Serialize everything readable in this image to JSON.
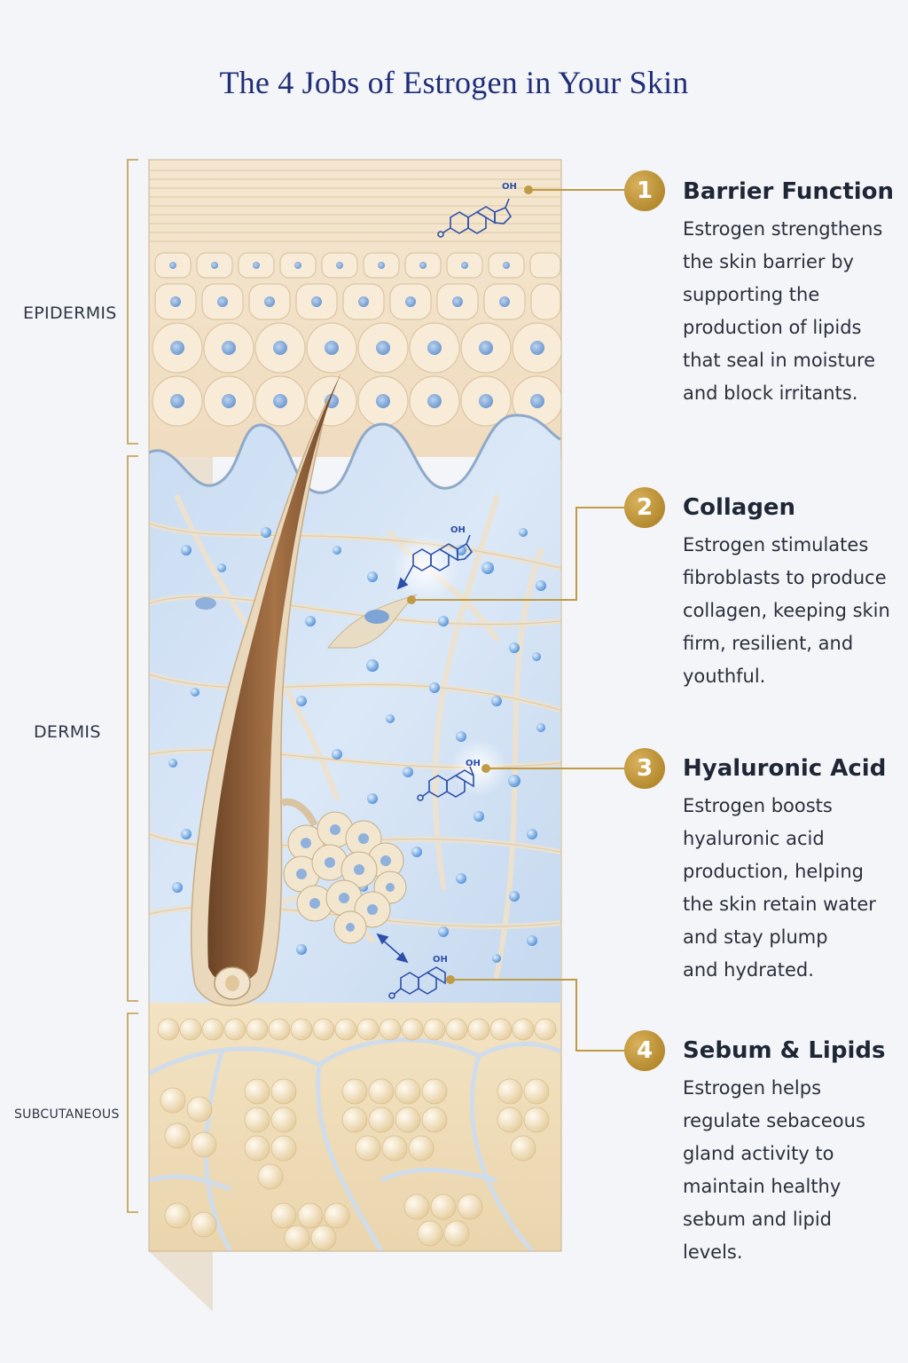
{
  "title": "The 4 Jobs of Estrogen in Your Skin",
  "layers": {
    "epidermis": "EPIDERMIS",
    "dermis": "DERMIS",
    "subcutaneous": "SUBCUTANEOUS"
  },
  "molecule_label": "OH",
  "items": [
    {
      "number": "1",
      "title": "Barrier Function",
      "lines": [
        "Estrogen strengthens",
        "the skin barrier by",
        "supporting the",
        "production of lipids",
        "that seal in moisture",
        "and block irritants."
      ]
    },
    {
      "number": "2",
      "title": "Collagen",
      "lines": [
        "Estrogen stimulates",
        "fibroblasts to produce",
        "collagen, keeping skin",
        "firm, resilient, and",
        "youthful."
      ]
    },
    {
      "number": "3",
      "title": "Hyaluronic Acid",
      "lines": [
        "Estrogen boosts",
        "hyaluronic acid",
        "production, helping",
        "the skin retain water",
        "and stay plump",
        "and hydrated."
      ]
    },
    {
      "number": "4",
      "title": "Sebum & Lipids",
      "lines": [
        "Estrogen helps",
        "regulate sebaceous",
        "gland activity to",
        "maintain healthy",
        "sebum and lipid",
        "levels."
      ]
    }
  ],
  "colors": {
    "title": "#1f2e78",
    "accent_gold": "#c09a45",
    "epidermis": "#f3e4cc",
    "dermis": "#cfe0f3",
    "fat": "#f2dfb8",
    "hair": "#8a5a35",
    "molecule": "#2d4fa8"
  }
}
